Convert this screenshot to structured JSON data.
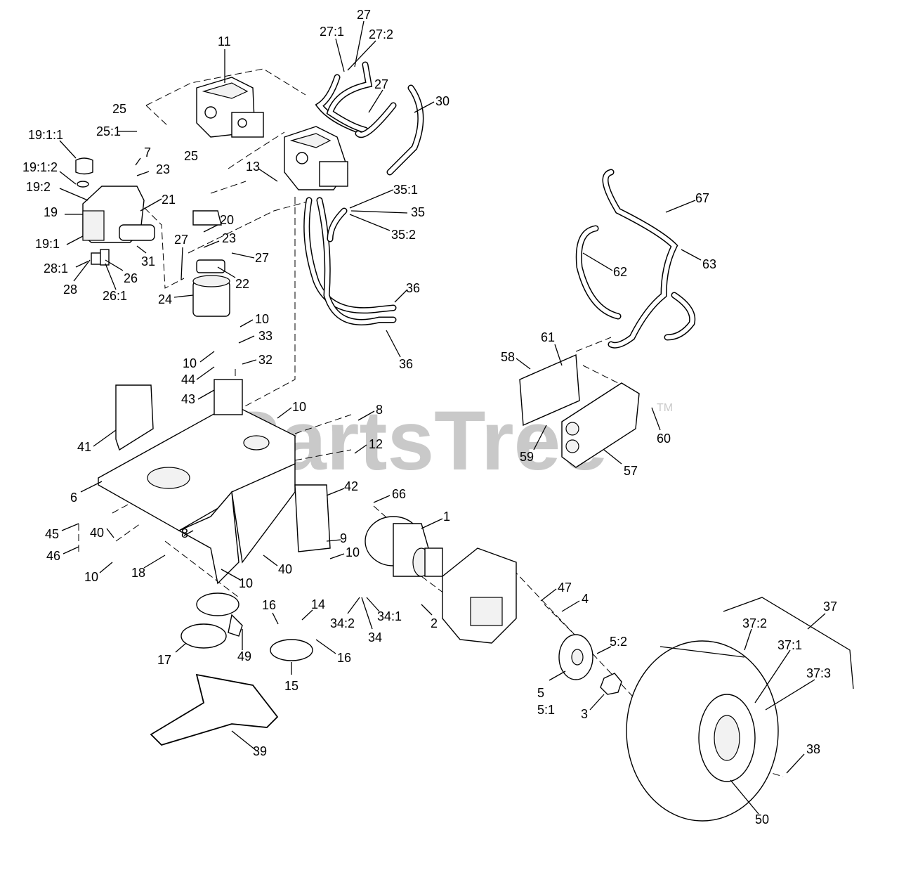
{
  "watermark": {
    "brand": "PartsTree",
    "trademark": "TM"
  },
  "callouts": [
    "27",
    "27:1",
    "27:2",
    "11",
    "27",
    "30",
    "25",
    "25:1",
    "19:1:1",
    "7",
    "23",
    "25",
    "19:1:2",
    "19:2",
    "13",
    "35:1",
    "21",
    "19",
    "35",
    "67",
    "20",
    "35:2",
    "19:1",
    "23",
    "27",
    "27",
    "31",
    "28:1",
    "26",
    "28",
    "22",
    "26:1",
    "62",
    "63",
    "36",
    "24",
    "36",
    "10",
    "33",
    "10",
    "32",
    "44",
    "61",
    "58",
    "43",
    "10",
    "8",
    "41",
    "12",
    "60",
    "59",
    "57",
    "6",
    "42",
    "66",
    "1",
    "45",
    "40",
    "9",
    "10",
    "46",
    "8",
    "40",
    "10",
    "18",
    "10",
    "47",
    "4",
    "37",
    "16",
    "14",
    "34:2",
    "34:1",
    "2",
    "37:2",
    "34",
    "5:2",
    "37:1",
    "17",
    "49",
    "16",
    "15",
    "5",
    "37:3",
    "5:1",
    "3",
    "38",
    "39",
    "50"
  ]
}
